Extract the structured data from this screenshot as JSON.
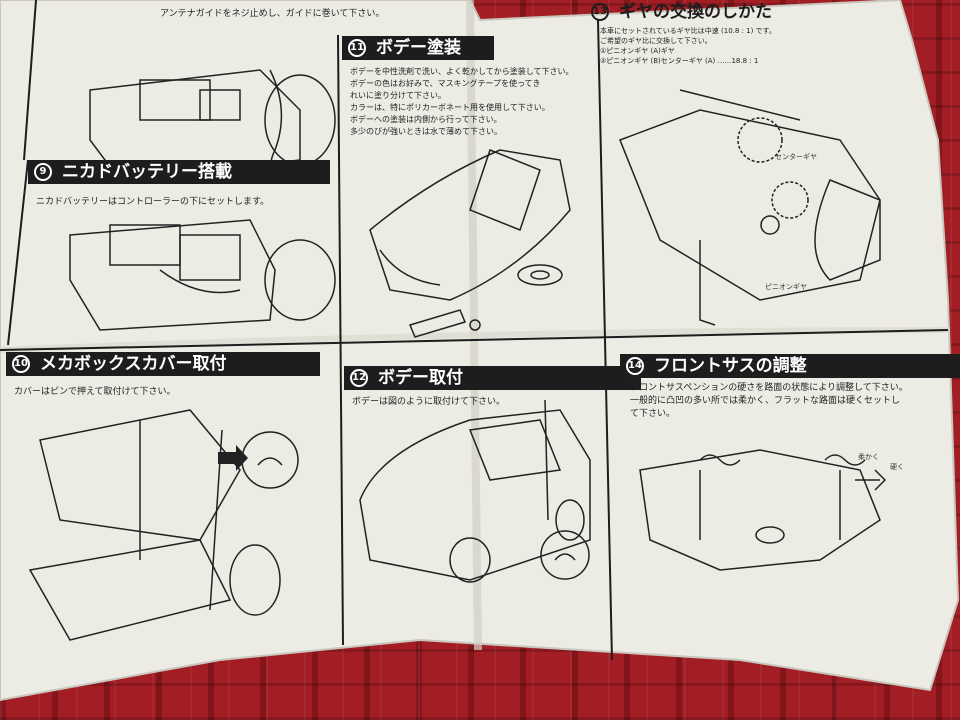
{
  "page": {
    "colors": {
      "paper": "#ecebe4",
      "ink": "#1d1d1d",
      "cloth": "#a31d24"
    }
  },
  "steps": {
    "antenna": {
      "text": "アンテナガイドをネジ止めし、ガイドに巻いて下さい。"
    },
    "s9": {
      "num": "9",
      "title": "ニカドバッテリー搭載",
      "text": "ニカドバッテリーはコントローラーの下にセットします。"
    },
    "s10": {
      "num": "10",
      "title": "メカボックスカバー取付",
      "text": "カバーはピンで押えて取付けて下さい。"
    },
    "s11": {
      "num": "11",
      "title": "ボデー塗装",
      "lines": [
        "ボデーを中性洗剤で洗い、よく乾かしてから塗装して下さい。",
        "ボデーの色はお好みで、マスキングテープを使ってき",
        "れいに塗り分けて下さい。",
        "カラーは、特にポリカーボネート用を使用して下さい。",
        "ボデーへの塗装は内側から行って下さい。",
        "多少のびが強いときは水で薄めて下さい。"
      ]
    },
    "s12": {
      "num": "12",
      "title": "ボデー取付",
      "text": "ボデーは図のように取付けて下さい。"
    },
    "s13": {
      "num": "13",
      "title": "ギヤの交換のしかた",
      "lines": [
        "本車にセットされているギヤ比は中速 (10.8 : 1) です。",
        "ご希望のギヤ比に交換して下さい。",
        "①ピニオンギヤ (A)ギヤ",
        "②ピニオンギヤ (B)センターギヤ (A) ……18.8 : 1"
      ],
      "label_center": "センターギヤ",
      "label_pinion": "ピニオンギヤ"
    },
    "s14": {
      "num": "14",
      "title": "フロントサスの調整",
      "lines": [
        "フロントサスペンションの硬さを路面の状態により調整して下さい。",
        "一般的に凸凹の多い所では柔かく、フラットな路面は硬くセットし",
        "て下さい。"
      ],
      "label_soft": "柔かく",
      "label_hard": "硬く"
    }
  }
}
